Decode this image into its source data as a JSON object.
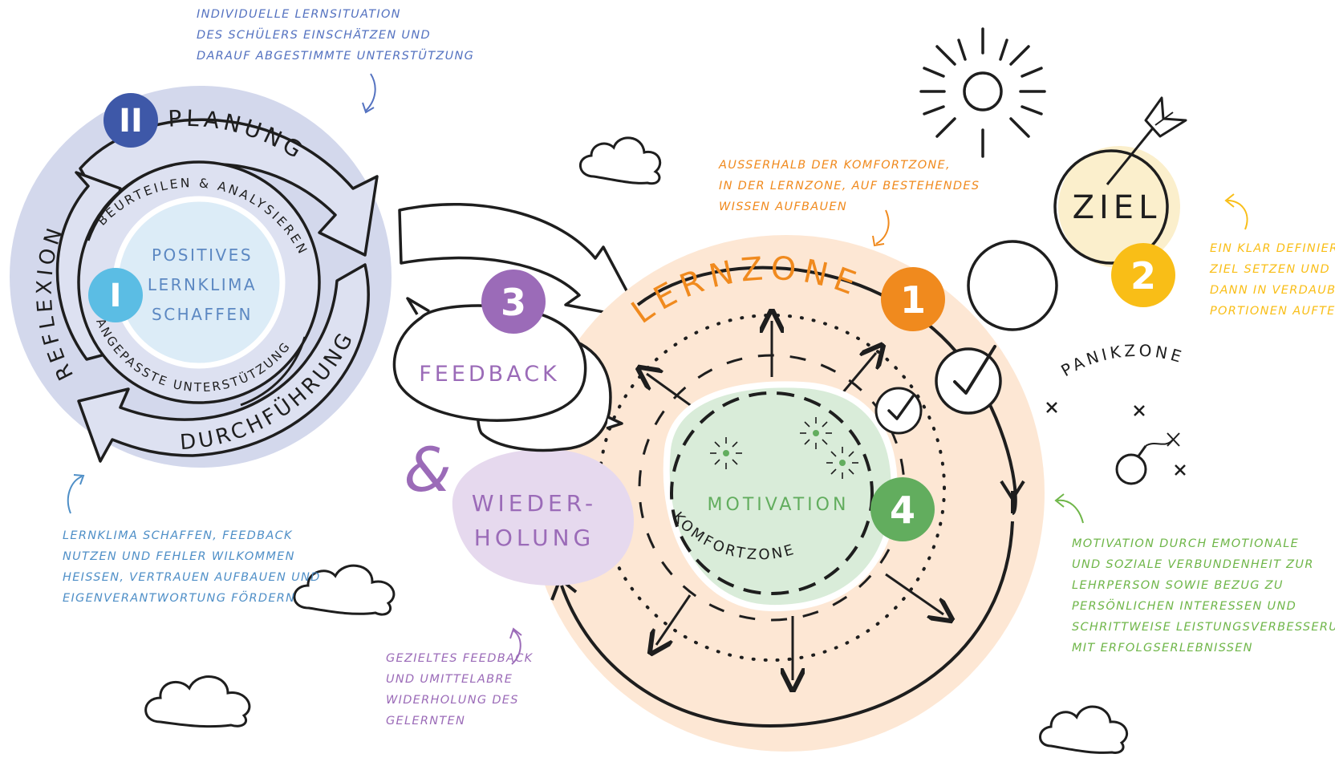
{
  "colors": {
    "ink": "#1e1e1e",
    "cycle_fill": "#d3d8ec",
    "cycle_inner": "#dcecf7",
    "cycle_text": "#5c88c2",
    "blue_note": "#5472c0",
    "light_blue_note": "#4f8fc7",
    "navy_badge": "#3e58a8",
    "cyan_badge": "#5bbde4",
    "orange": "#f08a1e",
    "orange_bg": "#fde7d4",
    "yellow": "#f9be17",
    "yellow_bg": "#fbefcc",
    "purple": "#9b6bb8",
    "purple_bg": "#e6d9ee",
    "green": "#62ad5e",
    "green_bg": "#d9ecd9",
    "green_note": "#6fb649"
  },
  "top_note": {
    "lines": [
      "INDIVIDUELLE LERNSITUATION",
      "DES SCHÜLERS EINSCHÄTZEN UND",
      "DARAUF ABGESTIMMTE UNTERSTÜTZUNG"
    ]
  },
  "cycle": {
    "planung": "PLANUNG",
    "reflexion": "REFLEXION",
    "durchfuehrung": "DURCHFÜHRUNG",
    "beurteilen": "BEURTEILEN & ANALYSIEREN",
    "angepasste": "ANGEPASSTE UNTERSTÜTZUNG",
    "center_lines": [
      "POSITIVES",
      "LERNKLIMA",
      "SCHAFFEN"
    ],
    "badge_ii": "II",
    "badge_i": "I"
  },
  "left_note": {
    "lines": [
      "LERNKLIMA SCHAFFEN, FEEDBACK",
      "NUTZEN UND FEHLER WILKOMMEN",
      "HEISSEN, VERTRAUEN AUFBAUEN UND",
      "EIGENVERANTWORTUNG FÖRDERN"
    ]
  },
  "feedback": {
    "badge": "3",
    "label": "FEEDBACK",
    "ampersand": "&",
    "wiederholung_lines": [
      "WIEDER-",
      "HOLUNG"
    ]
  },
  "purple_note": {
    "lines": [
      "GEZIELTES FEEDBACK",
      "UND UMITTELABRE",
      "WIDERHOLUNG DES",
      "GELERNTEN"
    ]
  },
  "lernzone": {
    "label": "LERNZONE",
    "badge": "1",
    "note_lines": [
      "AUSSERHALB DER KOMFORTZONE,",
      "IN DER LERNZONE, AUF BESTEHENDES",
      "WISSEN AUFBAUEN"
    ]
  },
  "komfortzone": {
    "motivation": "MOTIVATION",
    "komfortzone": "KOMFORTZONE",
    "badge": "4"
  },
  "ziel": {
    "label": "ZIEL",
    "badge": "2",
    "note_lines": [
      "EIN KLAR DEFINIERTES",
      "ZIEL SETZEN UND",
      "DANN IN VERDAUBARE",
      "PORTIONEN AUFTEILEN"
    ]
  },
  "panikzone": {
    "label": "PANIKZONE"
  },
  "green_note": {
    "lines": [
      "MOTIVATION DURCH EMOTIONALE",
      "UND SOZIALE VERBUNDENHEIT ZUR",
      "LEHRPERSON SOWIE BEZUG ZU",
      "PERSÖNLICHEN INTERESSEN UND",
      "SCHRITTWEISE LEISTUNGSVERBESSERUNG",
      "MIT ERFOLGSERLEBNISSEN"
    ]
  }
}
